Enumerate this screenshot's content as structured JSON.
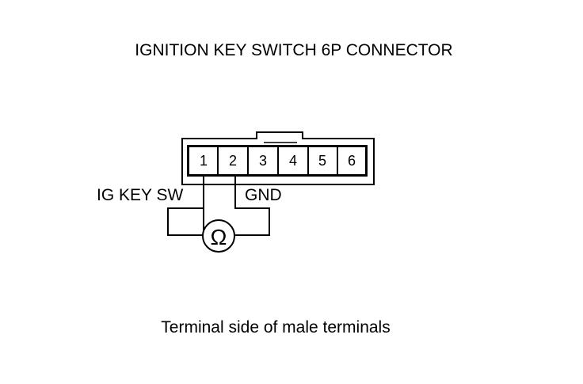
{
  "title": "IGNITION KEY SWITCH 6P CONNECTOR",
  "connector": {
    "pins": [
      "1",
      "2",
      "3",
      "4",
      "5",
      "6"
    ]
  },
  "labels": {
    "left_wire": "IG KEY SW",
    "right_wire": "GND"
  },
  "meter": {
    "symbol": "Ω",
    "icon": "ohmmeter-icon"
  },
  "caption": "Terminal side of male terminals",
  "colors": {
    "line": "#000000",
    "background": "#ffffff"
  }
}
